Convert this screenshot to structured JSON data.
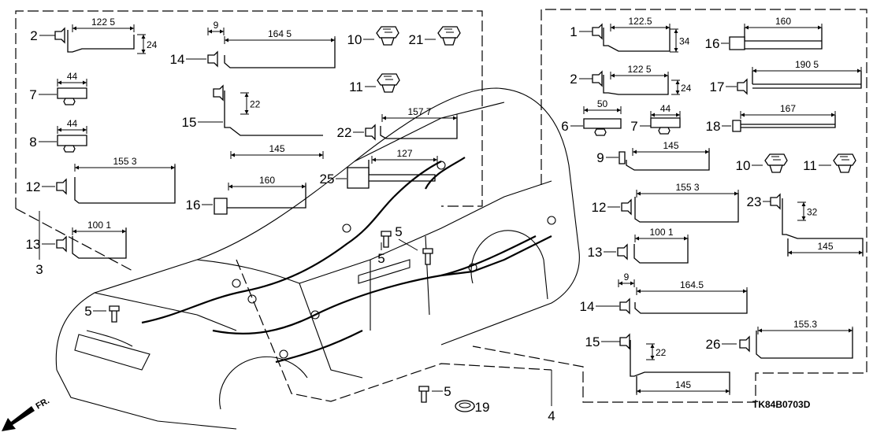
{
  "diagram_code": "TK84B0703D",
  "direction_label": "FR.",
  "main_callouts": [
    {
      "num": "3"
    },
    {
      "num": "4"
    },
    {
      "num": "5"
    },
    {
      "num": "5"
    },
    {
      "num": "5"
    },
    {
      "num": "5"
    },
    {
      "num": "19"
    }
  ],
  "left_group": {
    "parts": [
      {
        "num": "2",
        "dims": [
          "122 5",
          "24"
        ]
      },
      {
        "num": "7",
        "dims": [
          "44"
        ]
      },
      {
        "num": "8",
        "dims": [
          "44"
        ]
      },
      {
        "num": "12",
        "dims": [
          "155 3"
        ]
      },
      {
        "num": "13",
        "dims": [
          "100 1"
        ]
      },
      {
        "num": "14",
        "dims": [
          "9",
          "164 5"
        ]
      },
      {
        "num": "15",
        "dims": [
          "22",
          "145"
        ]
      },
      {
        "num": "16",
        "dims": [
          "160"
        ]
      },
      {
        "num": "10",
        "dims": []
      },
      {
        "num": "21",
        "dims": []
      },
      {
        "num": "11",
        "dims": []
      },
      {
        "num": "22",
        "dims": [
          "157 7"
        ]
      },
      {
        "num": "25",
        "dims": [
          "127"
        ]
      }
    ]
  },
  "right_group": {
    "parts": [
      {
        "num": "1",
        "dims": [
          "122.5",
          "34"
        ]
      },
      {
        "num": "2",
        "dims": [
          "122 5",
          "24"
        ]
      },
      {
        "num": "6",
        "dims": [
          "50"
        ]
      },
      {
        "num": "7",
        "dims": [
          "44"
        ]
      },
      {
        "num": "16",
        "dims": [
          "160"
        ]
      },
      {
        "num": "17",
        "dims": [
          "190 5"
        ]
      },
      {
        "num": "18",
        "dims": [
          "167"
        ]
      },
      {
        "num": "9",
        "dims": [
          "145"
        ]
      },
      {
        "num": "10",
        "dims": []
      },
      {
        "num": "11",
        "dims": []
      },
      {
        "num": "12",
        "dims": [
          "155 3"
        ]
      },
      {
        "num": "23",
        "dims": [
          "32",
          "145"
        ]
      },
      {
        "num": "13",
        "dims": [
          "100 1"
        ]
      },
      {
        "num": "14",
        "dims": [
          "9",
          "164.5"
        ]
      },
      {
        "num": "15",
        "dims": [
          "22",
          "145"
        ]
      },
      {
        "num": "26",
        "dims": [
          "155.3"
        ]
      }
    ]
  }
}
